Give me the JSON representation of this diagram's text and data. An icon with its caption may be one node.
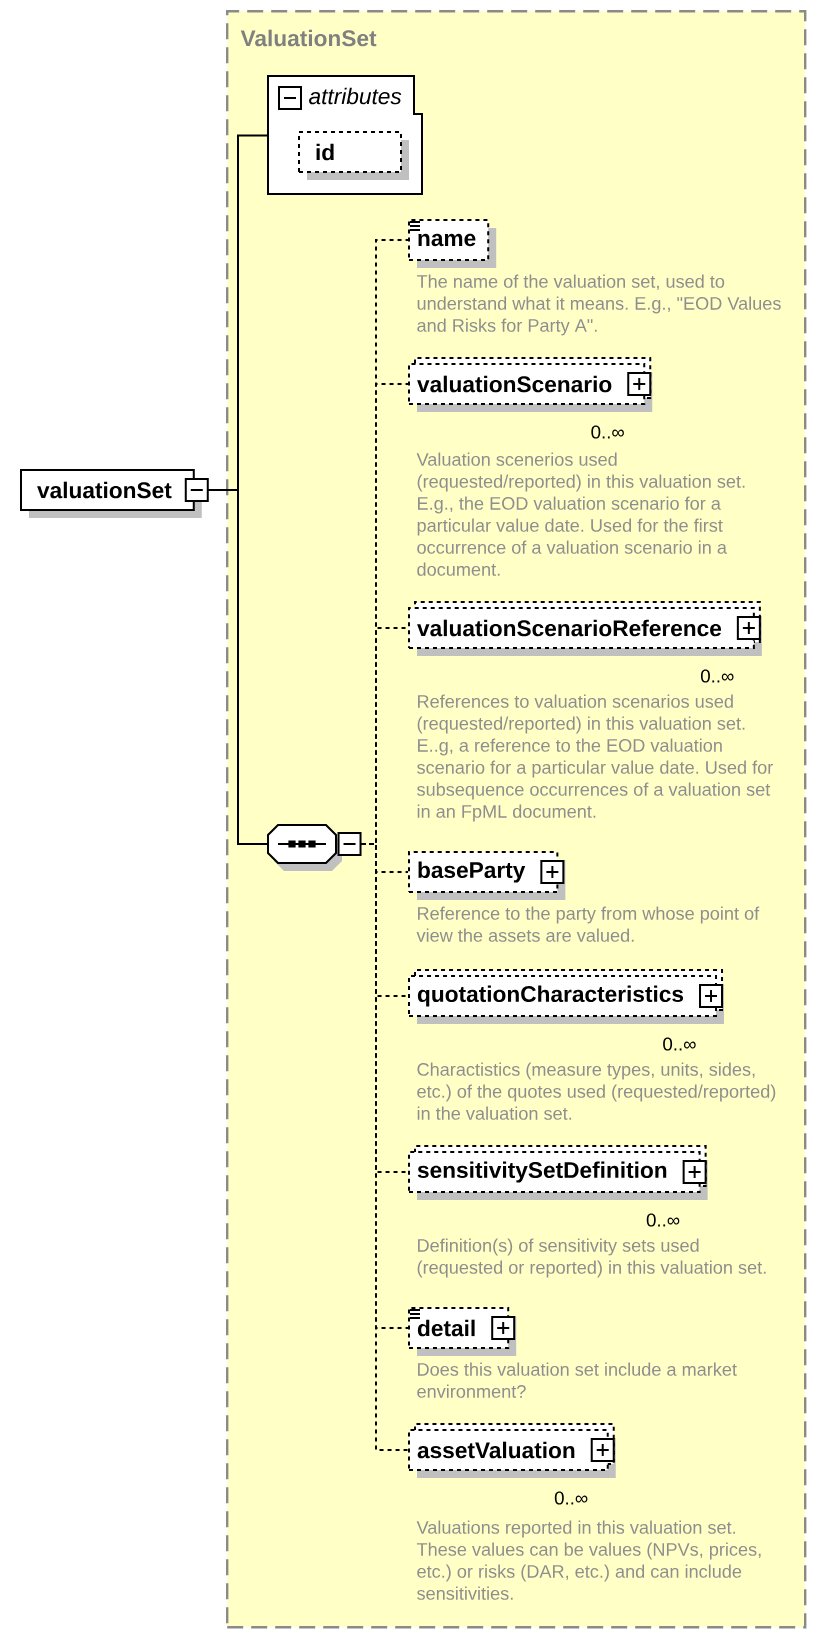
{
  "diagram": {
    "nodes": [
      {
        "text": [
          "ValuationSet"
        ]
      },
      {
        "text": [
          "attributes"
        ],
        "in": 0
      },
      {
        "text": [
          "id"
        ],
        "in": 1
      },
      {
        "text": [
          "valuationSet"
        ]
      },
      {
        "text": [],
        "shape": "octagon",
        "in": 0
      },
      {
        "text": [
          "name"
        ],
        "beside": [
          "The name of the valuation set, used to understand what it means. E.g., \"EOD Values and Risks for Party A\"."
        ],
        "in": 0
      },
      {
        "text": [
          "valuationScenario"
        ],
        "beside": [
          "0..∞",
          "Valuation scenerios used (requested/reported) in this valuation set. E.g., the EOD valuation scenario for a particular value date. Used for the first occurrence of a valuation scenario in a document."
        ],
        "in": 0
      },
      {
        "text": [
          "valuationScenarioReference"
        ],
        "beside": [
          "0..∞",
          "References to valuation scenarios used (requested/reported) in this valuation set. E..g, a reference to the EOD valuation scenario for a particular value date. Used for subsequence occurrences of a valuation set in an FpML document."
        ],
        "in": 0
      },
      {
        "text": [
          "baseParty"
        ],
        "beside": [
          "Reference to the party from whose point of view the assets are valued."
        ],
        "in": 0
      },
      {
        "text": [
          "quotationCharacteristics"
        ],
        "beside": [
          "0..∞",
          "Charactistics (measure types, units, sides, etc.) of the quotes used (requested/reported) in the valuation set."
        ],
        "in": 0
      },
      {
        "text": [
          "sensitivitySetDefinition"
        ],
        "beside": [
          "0..∞",
          "Definition(s) of sensitivity sets used (requested or reported) in this valuation set."
        ],
        "in": 0
      },
      {
        "text": [
          "detail"
        ],
        "beside": [
          "Does this valuation set include a market environment?"
        ],
        "in": 0
      },
      {
        "text": [
          "assetValuation"
        ],
        "beside": [
          "0..∞",
          "Valuations reported in this valuation set. These values can be values (NPVs, prices, etc.) or risks (DAR, etc.) and can include sensitivities."
        ],
        "in": 0
      }
    ],
    "edges": [
      {
        "from": 3,
        "to": 1,
        "arrow": "none"
      },
      {
        "from": 3,
        "to": 4,
        "arrow": "none"
      },
      {
        "from": 4,
        "to": 5,
        "arrow": "none",
        "style": "dashed"
      },
      {
        "from": 4,
        "to": 6,
        "arrow": "none",
        "style": "dashed"
      },
      {
        "from": 4,
        "to": 7,
        "arrow": "none",
        "style": "dashed"
      },
      {
        "from": 4,
        "to": 8,
        "arrow": "none",
        "style": "dashed"
      },
      {
        "from": 4,
        "to": 9,
        "arrow": "none",
        "style": "dashed"
      },
      {
        "from": 4,
        "to": 10,
        "arrow": "none",
        "style": "dashed"
      },
      {
        "from": 4,
        "to": 11,
        "arrow": "none",
        "style": "dashed"
      },
      {
        "from": 4,
        "to": 12,
        "arrow": "none",
        "style": "dashed"
      }
    ]
  }
}
